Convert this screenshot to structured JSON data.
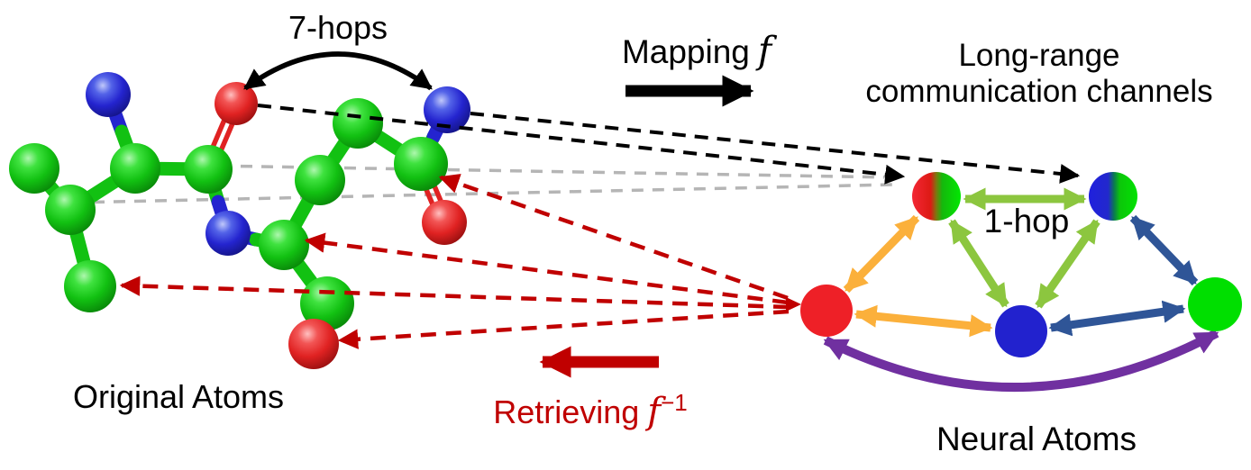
{
  "figure": {
    "labels": {
      "seven_hops": "7-hops",
      "mapping": "Mapping",
      "mapping_symbol": "f",
      "long_range_line1": "Long-range",
      "long_range_line2": "communication channels",
      "one_hop": "1-hop",
      "original_atoms_caption": "Original Atoms",
      "retrieving": "Retrieving",
      "retrieving_symbol": "f",
      "retrieving_superscript": "−1",
      "neural_atoms_caption": "Neural Atoms"
    },
    "colors": {
      "ink-black": "#000000",
      "retrieving-red": "#C00000",
      "faded-gray": "#B5B5B5",
      "edge-orange": "#FBB03B",
      "edge-lightgreen": "#8CC63F",
      "edge-navy": "#2F5597",
      "edge-purple": "#7030A0",
      "node-red": "#EE2027",
      "node-blue": "#2222CE",
      "node-green": "#00DF00",
      "atom-green": "#12C112",
      "atom-blue": "#2424CF",
      "atom-red": "#E02222"
    },
    "original_molecule": {
      "atom_colors": [
        "green",
        "blue",
        "red"
      ],
      "atom_counts": {
        "green": 10,
        "blue": 3,
        "red": 3
      }
    },
    "neural_atoms_graph": {
      "nodes": [
        {
          "id": "hybrid-red-green",
          "fill": "red-green gradient"
        },
        {
          "id": "hybrid-blue-green",
          "fill": "blue-green gradient"
        },
        {
          "id": "red",
          "fill": "red"
        },
        {
          "id": "blue",
          "fill": "blue"
        },
        {
          "id": "green",
          "fill": "green"
        }
      ],
      "edges": [
        {
          "from": "hybrid-red-green",
          "to": "hybrid-blue-green",
          "color": "lightgreen",
          "label": "1-hop"
        },
        {
          "from": "hybrid-red-green",
          "to": "blue",
          "color": "lightgreen"
        },
        {
          "from": "hybrid-blue-green",
          "to": "blue",
          "color": "lightgreen"
        },
        {
          "from": "red",
          "to": "hybrid-red-green",
          "color": "orange"
        },
        {
          "from": "red",
          "to": "blue",
          "color": "orange"
        },
        {
          "from": "hybrid-blue-green",
          "to": "green",
          "color": "navy"
        },
        {
          "from": "blue",
          "to": "green",
          "color": "navy"
        },
        {
          "from": "red",
          "to": "green",
          "color": "purple"
        }
      ]
    },
    "correspondence_lines": {
      "black_dashed_to_hybrid_nodes": 2,
      "gray_dashed_faded": 2,
      "red_dashed_retrieving": 4
    }
  }
}
